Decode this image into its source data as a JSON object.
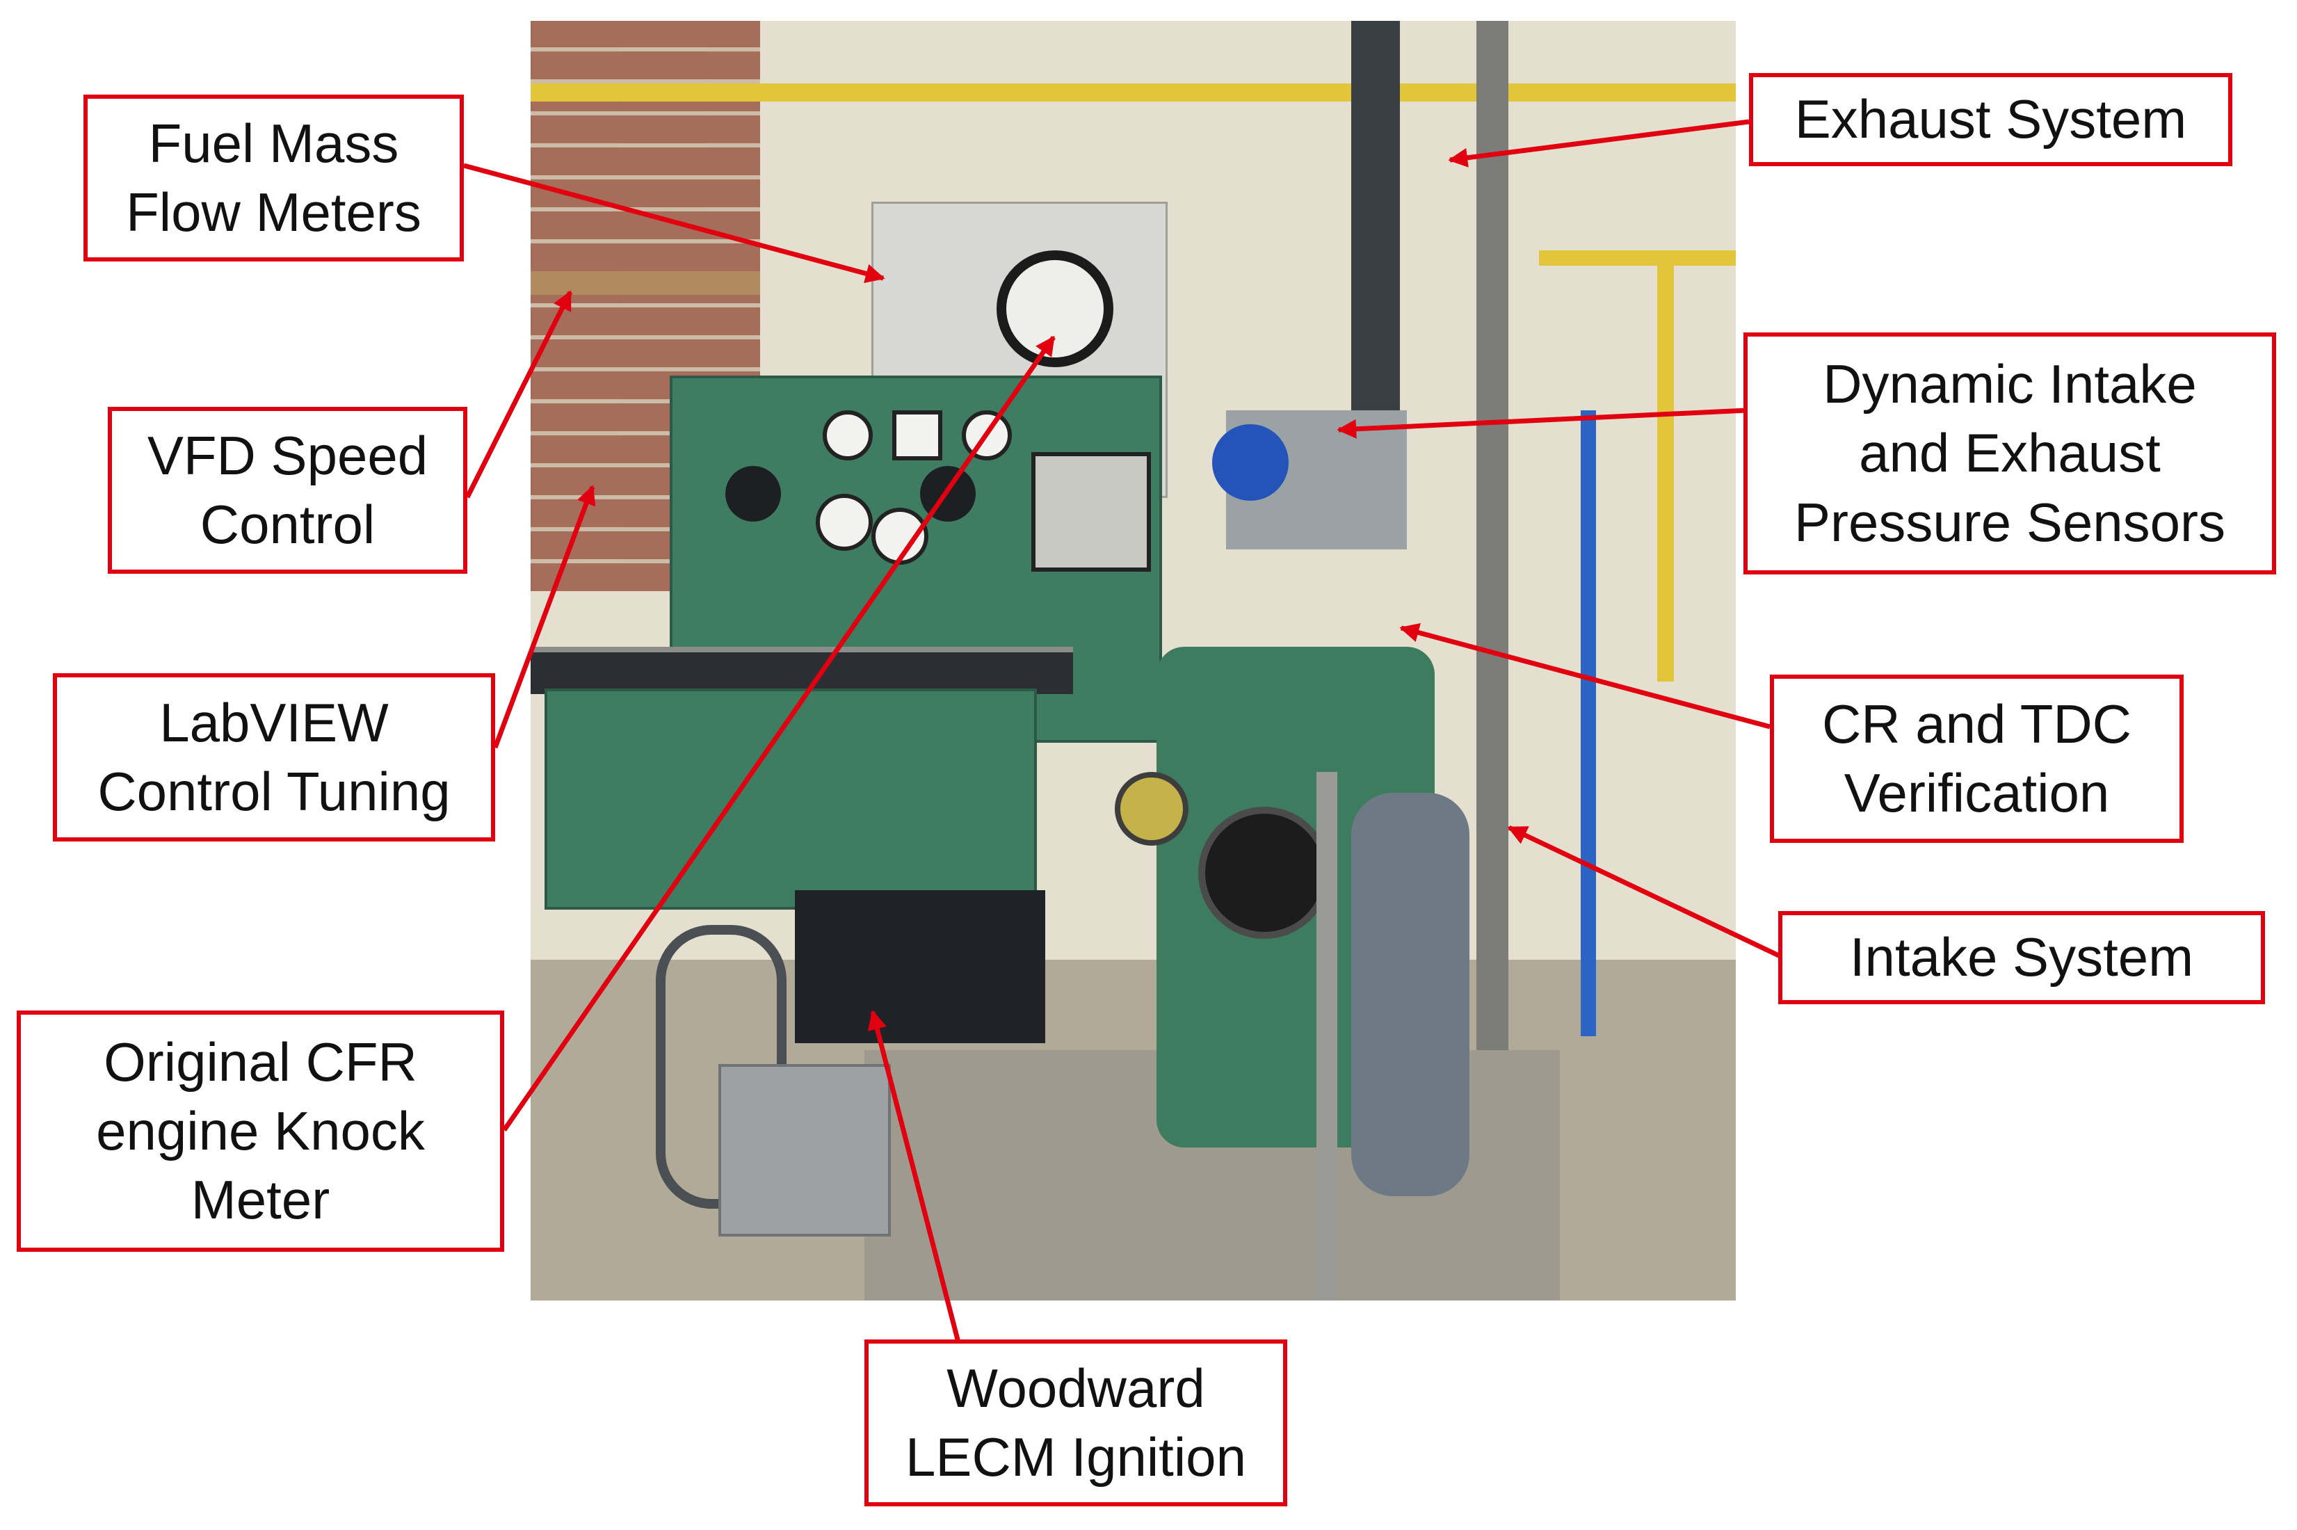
{
  "annotations": {
    "fuel_mass": "Fuel Mass\nFlow Meters",
    "vfd": "VFD Speed\nControl",
    "labview": "LabVIEW\nControl Tuning",
    "knock_meter": "Original CFR\nengine Knock\nMeter",
    "woodward": "Woodward\nLECM Ignition",
    "exhaust": "Exhaust System",
    "pressure_sensors": "Dynamic Intake\nand Exhaust\nPressure Sensors",
    "cr_tdc": "CR and TDC\nVerification",
    "intake": "Intake System"
  },
  "colors": {
    "annotation_red": "#e0000f",
    "engine_green": "#3f7d62",
    "pipe_yellow": "#e3c53b",
    "pipe_blue": "#2c64c4"
  }
}
